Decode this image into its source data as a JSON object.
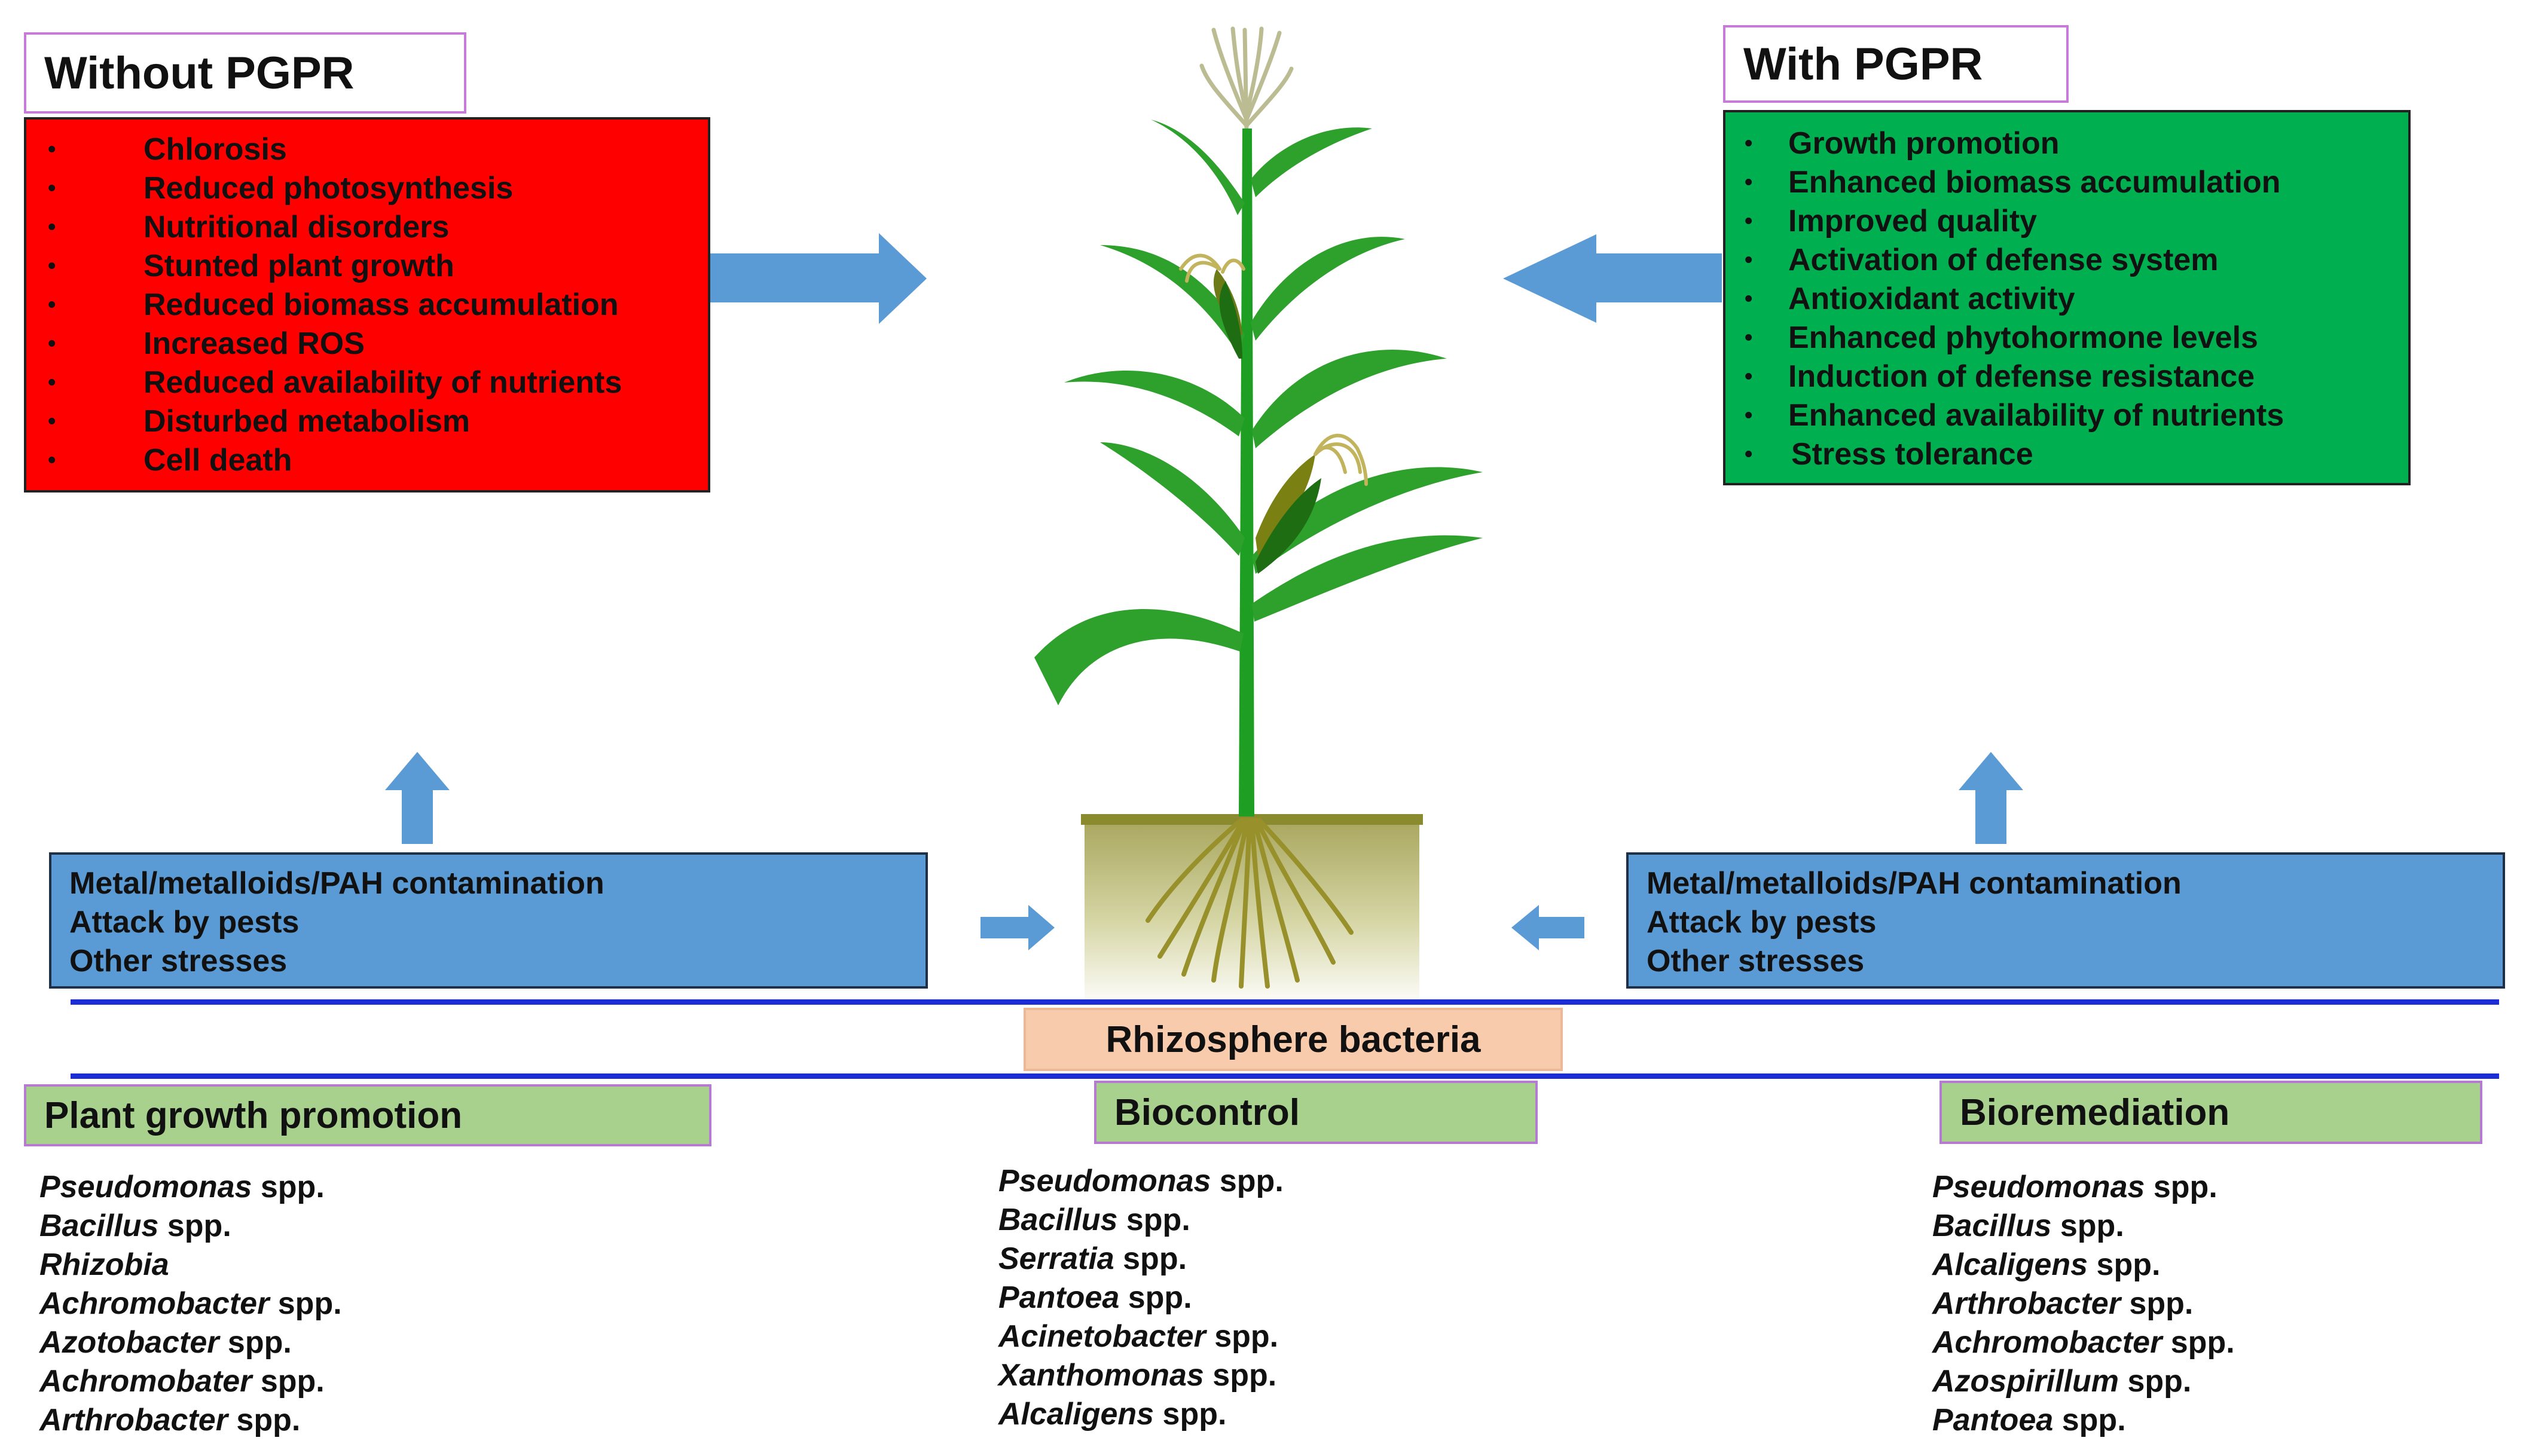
{
  "without_pgpr": {
    "title": "Without PGPR",
    "color": "#ff0000",
    "items": [
      "Chlorosis",
      "Reduced photosynthesis",
      "Nutritional  disorders",
      "Stunted plant growth",
      "Reduced biomass accumulation",
      "Increased ROS",
      "Reduced availability  of nutrients",
      "Disturbed metabolism",
      "Cell death"
    ]
  },
  "with_pgpr": {
    "title": "With PGPR",
    "color": "#00b050",
    "items": [
      "Growth promotion",
      "Enhanced biomass accumulation",
      "Improved quality",
      "Activation  of defense system",
      "Antioxidant activity",
      "Enhanced phytohormone levels",
      "Induction  of defense resistance",
      "Enhanced availability  of nutrients",
      "Stress tolerance"
    ]
  },
  "stresses_left": [
    "Metal/metalloids/PAH  contamination",
    "Attack by pests",
    "Other stresses"
  ],
  "stresses_right": [
    "Metal/metalloids/PAH  contamination",
    "Attack by pests",
    "Other stresses"
  ],
  "rhizosphere_label": "Rhizosphere bacteria",
  "categories": [
    {
      "label": "Plant growth promotion",
      "species": [
        {
          "genus": "Pseudomonas",
          "suffix": " spp."
        },
        {
          "genus": "Bacillus",
          "suffix": "  spp."
        },
        {
          "genus": "Rhizobia",
          "suffix": ""
        },
        {
          "genus": "Achromobacter",
          "suffix": " spp."
        },
        {
          "genus": "Azotobacter",
          "suffix": " spp."
        },
        {
          "genus": "Achromobater",
          "suffix": " spp."
        },
        {
          "genus": "Arthrobacter",
          "suffix": " spp."
        }
      ]
    },
    {
      "label": "Biocontrol",
      "species": [
        {
          "genus": "Pseudomonas",
          "suffix": " spp."
        },
        {
          "genus": "Bacillus",
          "suffix": "  spp."
        },
        {
          "genus": "Serratia",
          "suffix": " spp."
        },
        {
          "genus": "Pantoea",
          "suffix": " spp."
        },
        {
          "genus": "Acinetobacter",
          "suffix": "  spp."
        },
        {
          "genus": "Xanthomonas",
          "suffix": " spp."
        },
        {
          "genus": "Alcaligens",
          "suffix": "  spp."
        }
      ]
    },
    {
      "label": "Bioremediation",
      "species": [
        {
          "genus": "Pseudomonas",
          "suffix": " spp."
        },
        {
          "genus": "Bacillus",
          "suffix": "  spp."
        },
        {
          "genus": "Alcaligens",
          "suffix": "  spp."
        },
        {
          "genus": "Arthrobacter",
          "suffix": " spp."
        },
        {
          "genus": "Achromobacter",
          "suffix": " spp."
        },
        {
          "genus": "Azospirillum",
          "suffix": "  spp."
        },
        {
          "genus": "Pantoea",
          "suffix": " spp."
        }
      ]
    }
  ],
  "colors": {
    "arrow": "#5b9bd5",
    "stress_box": "#5b9bd5",
    "category_box": "#a9d18e",
    "rhizosphere_box": "#f8cbad",
    "separator_line": "#1d2dd6",
    "plant_green": "#1f9e24",
    "tassel": "#bcbc93"
  }
}
